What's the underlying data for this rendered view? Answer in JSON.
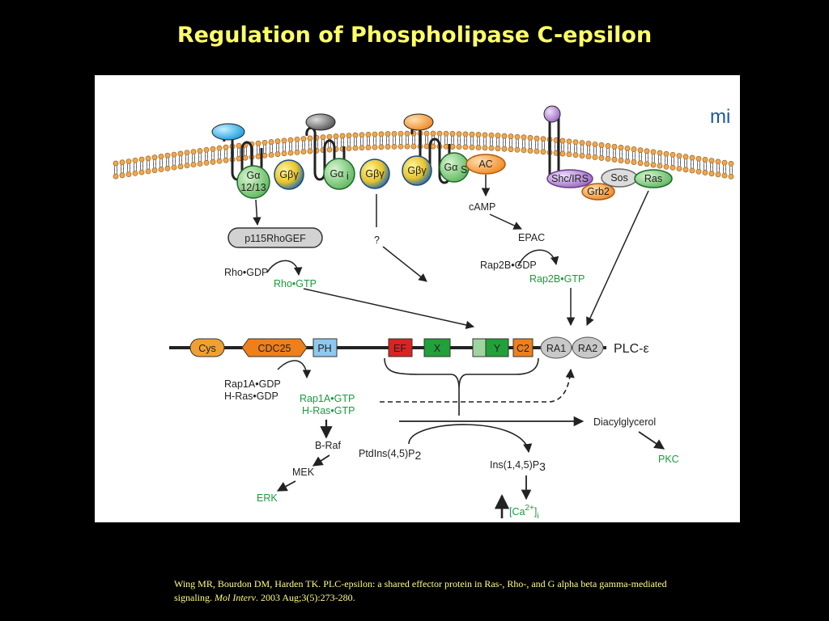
{
  "title": "Regulation of Phospholipase C-epsilon",
  "logo": "mi",
  "receptor_proteins": {
    "galpha1213_a": "Gα",
    "galpha1213_b": "12/13",
    "gbg1": "Gβγ",
    "galphai_a": "Gα",
    "galphai_b": "i",
    "gbg2": "Gβγ",
    "gbg3": "Gβγ",
    "galphas_a": "Gα",
    "galphas_b": "S",
    "ac": "AC",
    "shc_irs": "Shc/IRS",
    "sos": "Sos",
    "ras": "Ras",
    "grb2": "Grb2"
  },
  "pathway": {
    "p115": "p115RhoGEF",
    "rho_gdp": "Rho•GDP",
    "rho_gtp": "Rho•GTP",
    "question": "?",
    "camp": "cAMP",
    "epac": "EPAC",
    "rap2b_gdp": "Rap2B•GDP",
    "rap2b_gtp": "Rap2B•GTP"
  },
  "plc_domains": {
    "cys": "Cys",
    "cdc25": "CDC25",
    "ph": "PH",
    "ef": "EF",
    "x": "X",
    "y": "Y",
    "c2": "C2",
    "ra1": "RA1",
    "ra2": "RA2",
    "name": "PLC-ε"
  },
  "downstream": {
    "rap1a_gdp": "Rap1A•GDP",
    "hras_gdp": "H-Ras•GDP",
    "rap1a_gtp": "Rap1A•GTP",
    "hras_gtp": "H-Ras•GTP",
    "braf": "B-Raf",
    "mek": "MEK",
    "erk": "ERK",
    "pip2_main": "PtdIns(4,5)P",
    "pip2_sub": "2",
    "ip3_main": "Ins(1,4,5)P",
    "ip3_sub": "3",
    "dag": "Diacylglycerol",
    "pkc": "PKC",
    "ca_open": "[Ca",
    "ca_sup": "2+",
    "ca_close": "]",
    "ca_sub": "i"
  },
  "citation": {
    "text": "Wing MR, Bourdon DM, Harden TK. PLC-epsilon: a shared effector protein in Ras-, Rho-, and G alpha beta gamma-mediated signaling.",
    "journal": "Mol Interv",
    "details": ". 2003 Aug;3(5):273-280."
  },
  "colors": {
    "title": "#ffff66",
    "green_text": "#1b9a3e",
    "galpha_green": "#7fcf7f",
    "gbg_yellow": "#f0d23a",
    "ac_orange": "#f0953a",
    "cys_orange": "#f0a030",
    "cdc25_orange": "#ef7f1a",
    "ph_blue": "#8fc8ef",
    "ef_red": "#dd2222",
    "xy_green": "#22a03a",
    "shc_purple": "#b695cc",
    "ra_grey": "#c8c8c8"
  }
}
